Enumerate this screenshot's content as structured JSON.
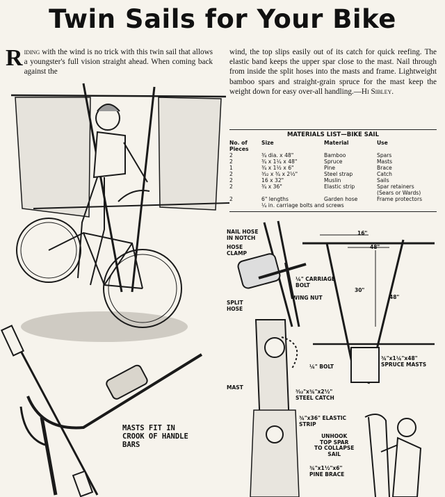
{
  "title": "Twin Sails for Your Bike",
  "left_column": {
    "dropcap": "R",
    "lead": "iding",
    "text": "with the wind is no trick with this twin sail that allows a youngster's full vision straight ahead. When coming back against the"
  },
  "right_column": {
    "text": "wind, the top slips easily out of its catch for quick reefing. The elastic band keeps the upper spar close to the mast. Nail through from inside the split hoses into the masts and frame. Lightweight bamboo spars and straight-grain spruce for the mast keep the weight down for easy over-all handling.—",
    "byline": "Hi Sibley."
  },
  "materials": {
    "title": "MATERIALS LIST—BIKE SAIL",
    "headers": {
      "pieces": "No. of Pieces",
      "size": "Size",
      "material": "Material",
      "use": "Use"
    },
    "rows": [
      {
        "pieces": "2",
        "size": "¾ dia. x 48\"",
        "material": "Bamboo",
        "use": "Spars"
      },
      {
        "pieces": "2",
        "size": "¾ x 1¼ x 48\"",
        "material": "Spruce",
        "use": "Masts"
      },
      {
        "pieces": "1",
        "size": "¾ x 1½ x 6\"",
        "material": "Pine",
        "use": "Brace"
      },
      {
        "pieces": "2",
        "size": "³⁄₃₂ x ¾ x 2½\"",
        "material": "Steel strap",
        "use": "Catch"
      },
      {
        "pieces": "2",
        "size": "16 x 32\"",
        "material": "Muslin",
        "use": "Sails"
      },
      {
        "pieces": "2",
        "size": "¾ x 36\"",
        "material": "Elastic strip",
        "use": "Spar retainers"
      },
      {
        "pieces": "",
        "size": "",
        "material": "",
        "use": "(Sears or Wards)"
      },
      {
        "pieces": "2",
        "size": "6\" lengths",
        "material": "Garden hose",
        "use": "Frame protectors"
      }
    ],
    "footer": "¼ in. carriage bolts and screws"
  },
  "callouts": {
    "nail_hose": "NAIL HOSE\nIN NOTCH",
    "hose_clamp": "HOSE\nCLAMP",
    "carriage_bolt": "¼\" CARRIAGE\nBOLT",
    "wing_nut": "WING NUT",
    "split_hose": "SPLIT\nHOSE",
    "dim_16": "16\"",
    "dim_48_top": "48\"",
    "dim_30": "30\"",
    "dim_48_side": "48\"",
    "bolt": "¼\" BOLT",
    "spruce_masts": "¾\"x1¼\"x48\"\nSPRUCE MASTS",
    "mast": "MAST",
    "steel_catch": "³⁄₃₂\"x¾\"x2½\"\nSTEEL CATCH",
    "elastic_strip": "¾\"x36\" ELASTIC\nSTRIP",
    "unhook": "UNHOOK\nTOP SPAR\nTO COLLAPSE\nSAIL",
    "pine_brace": "¾\"x1½\"x6\"\nPINE BRACE",
    "masts_fit": "MASTS FIT IN\nCROOK OF HANDLE\nBARS"
  }
}
